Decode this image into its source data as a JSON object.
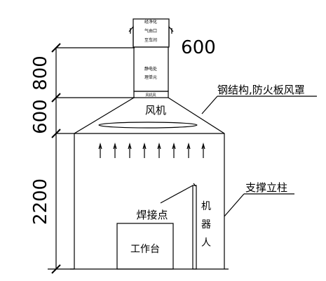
{
  "labels": {
    "outlet_line1": "经净化",
    "outlet_line2": "气由口",
    "outlet_line3": "至车间",
    "purifier_line1": "静电处",
    "purifier_line2": "理单元",
    "purifier_base": "风机风",
    "fan": "风机",
    "hood_note": "钢结构,防火板风罩",
    "column_note": "支撑立柱",
    "weld_point": "焊接点",
    "robot_1": "机",
    "robot_2": "器",
    "robot_3": "人",
    "workbench": "工作台"
  },
  "dimensions": {
    "top_width": "600",
    "vertical_1": "800",
    "vertical_2": "600",
    "vertical_3": "2200"
  }
}
